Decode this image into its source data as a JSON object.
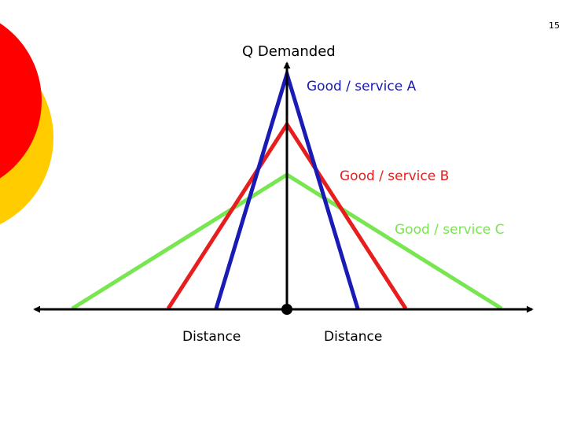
{
  "page_number": "15",
  "y_axis_title": "Q Demanded",
  "x_axis_labels": {
    "left": "Distance",
    "right": "Distance"
  },
  "series": [
    {
      "name": "Good / service A",
      "color": "#1a1ab4"
    },
    {
      "name": "Good / service B",
      "color": "#e61e1e"
    },
    {
      "name": "Good / service C",
      "color": "#78e650"
    }
  ],
  "decoration_colors": {
    "outer_circle": "#ffcc00",
    "inner_circle": "#ff0000"
  },
  "axis_color": "#000000"
}
